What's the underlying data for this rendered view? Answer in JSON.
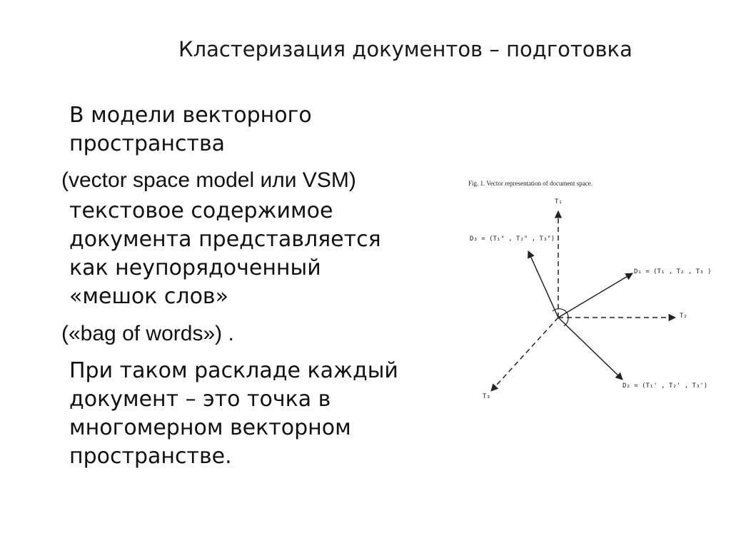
{
  "title": "Кластеризация документов – подготовка",
  "body_lines": [
    "В модели векторного",
    "пространства",
    "(vector space model или VSM)",
    "текстовое содержимое",
    "документа представляется",
    "как неупорядоченный",
    "«мешок слов»",
    "(«bag of words») .",
    "При таком раскладе каждый",
    "документ –  это точка в",
    "многомерном векторном",
    "пространстве."
  ],
  "figure": {
    "caption": "Fig. 1. Vector representation of document space.",
    "labels": {
      "t1": "T₁",
      "t2": "T₂",
      "t3": "T₃",
      "d1": "D₁ = (T₁ , T₂ , T₃ )",
      "d2": "D₂ = (T₁' , T₂' , T₃')",
      "d3": "D₃ = (T₁\" , T₂\" , T₃\")"
    }
  }
}
